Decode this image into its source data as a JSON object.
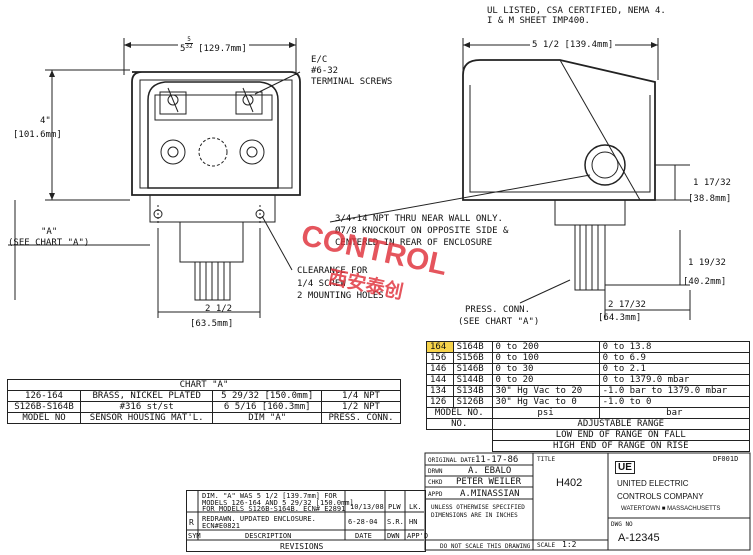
{
  "notes": {
    "header_line1": "UL LISTED, CSA CERTIFIED, NEMA 4.",
    "header_line2": "I & M SHEET IMP400."
  },
  "front_view": {
    "width_dim": "5 5/32 [129.7mm]",
    "width_whole": "5",
    "width_frac_num": "5",
    "width_frac_den": "32",
    "width_mm": "[129.7mm]",
    "height_dim": "4\"",
    "height_mm": "[101.6mm]",
    "callout_terminal_1": "E/C",
    "callout_terminal_2": "#6-32",
    "callout_terminal_3": "TERMINAL SCREWS",
    "dim_a_label": "\"A\"",
    "see_chart": "(SEE CHART \"A\")",
    "clearance_1": "CLEARANCE FOR",
    "clearance_2": "1/4 SCREW",
    "clearance_3": "2 MOUNTING HOLES",
    "bottom_dim": "2 1/2",
    "bottom_mm": "[63.5mm]"
  },
  "side_view": {
    "width_dim": "5 1/2 [139.4mm]",
    "npt_note_1": "3/4-14 NPT THRU NEAR WALL ONLY.",
    "npt_note_2": "Ø7/8 KNOCKOUT ON OPPOSITE SIDE &",
    "npt_note_3": "CENTERED IN REAR OF ENCLOSURE",
    "dim_right_1": "1 17/32",
    "dim_right_1_mm": "[38.8mm]",
    "dim_right_2": "1 19/32",
    "dim_right_2_mm": "[40.2mm]",
    "dim_right_3": "2 17/32",
    "dim_right_3_mm": "[64.3mm]",
    "press_conn_1": "PRESS. CONN.",
    "press_conn_2": "(SEE CHART \"A\")"
  },
  "chart_a": {
    "title": "CHART \"A\"",
    "rows": [
      [
        "126-164",
        "BRASS, NICKEL PLATED",
        "5 29/32 [150.0mm]",
        "1/4 NPT"
      ],
      [
        "S126B-S164B",
        "#316 st/st",
        "6 5/16 [160.3mm]",
        "1/2 NPT"
      ]
    ],
    "header": [
      "MODEL NO",
      "SENSOR HOUSING MAT'L.",
      "DIM \"A\"",
      "PRESS. CONN."
    ]
  },
  "range_table": {
    "rows": [
      [
        "164",
        "S164B",
        "0 to 200",
        "0 to 13.8"
      ],
      [
        "156",
        "S156B",
        "0 to 100",
        "0 to 6.9"
      ],
      [
        "146",
        "S146B",
        "0 to 30",
        "0 to 2.1"
      ],
      [
        "144",
        "S144B",
        "0 to 20",
        "0 to 1379.0 mbar"
      ],
      [
        "134",
        "S134B",
        "30\" Hg Vac to 20",
        "-1.0 bar to 1379.0 mbar"
      ],
      [
        "126",
        "S126B",
        "30\" Hg Vac to 0",
        "-1.0 to 0"
      ]
    ],
    "unit_psi": "psi",
    "unit_bar": "bar",
    "model_no": "MODEL NO.",
    "col_no": "NO.",
    "adjustable": "ADJUSTABLE RANGE",
    "low_end": "LOW END OF RANGE ON FALL",
    "high_end": "HIGH END OF RANGE ON RISE"
  },
  "revisions": {
    "rows": [
      {
        "sym": "",
        "desc1": "DIM. \"A\" WAS 5 1/2 [139.7mm] FOR",
        "desc2": "MODELS 126-164 AND 5 29/32 [150.0mm]",
        "desc3": "FOR MODELS S126B-S164B. ECN# E2891",
        "date": "10/13/08",
        "dwn": "PLW",
        "appd": "LK."
      },
      {
        "sym": "R",
        "desc1": "REDRAWN. UPDATED ENCLOSURE.",
        "desc2": "ECN#E0821",
        "desc3": "",
        "date": "6-28-04",
        "dwn": "S.R.",
        "appd": "HN"
      }
    ],
    "header": {
      "sym": "SYM",
      "description": "DESCRIPTION",
      "date": "DATE",
      "dwn": "DWN",
      "appd": "APP'D"
    },
    "title": "REVISIONS"
  },
  "title_block": {
    "original_date_label": "ORIGINAL DATE",
    "original_date": "11-17-86",
    "drwn_label": "DRWN",
    "drwn": "A. EBALO",
    "chkd_label": "CHKD",
    "chkd": "PETER WEILER",
    "appd_label": "APPD",
    "appd": "A.MINASSIAN",
    "units_note_1": "UNLESS OTHERWISE SPECIFIED",
    "units_note_2": "DIMENSIONS ARE IN INCHES",
    "do_not_scale": "DO NOT SCALE THIS DRAWING",
    "title_label": "TITLE",
    "title": "H402",
    "scale_label": "SCALE",
    "scale": "1:2",
    "file_code": "DF001D",
    "logo": "UE",
    "company_1": "UNITED ELECTRIC",
    "company_2": "CONTROLS COMPANY",
    "address": "WATERTOWN ■ MASSACHUSETTS",
    "dwg_label": "DWG NO",
    "dwg_no": "A-12345"
  },
  "watermark": {
    "text_en": "CONTROL",
    "text_zh": "西安泰创"
  }
}
